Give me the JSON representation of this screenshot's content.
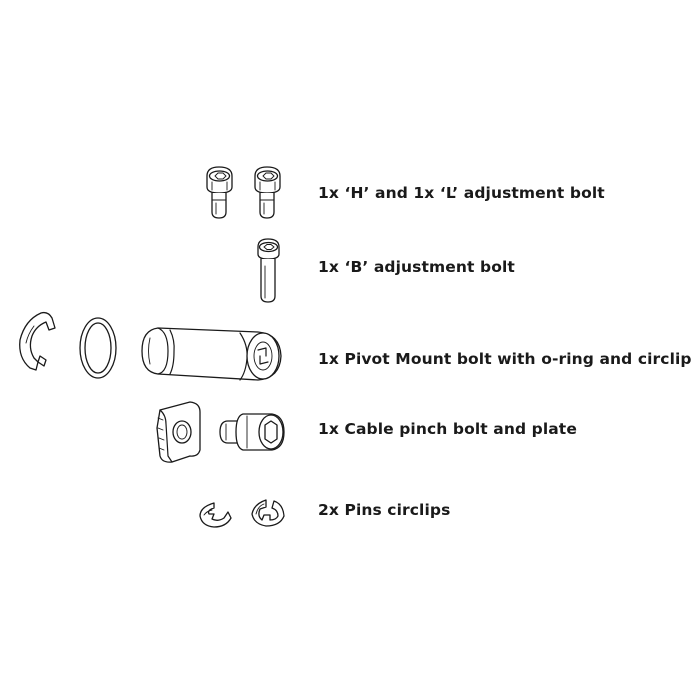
{
  "parts": [
    {
      "label": "1x ‘H’ and 1x ‘L’ adjustment bolt",
      "icon": "adjustment-bolt-pair-icon"
    },
    {
      "label": "1x ‘B’ adjustment bolt",
      "icon": "adjustment-bolt-icon"
    },
    {
      "label": "1x Pivot Mount bolt with o-ring and circlip",
      "icon": "pivot-mount-bolt-icon"
    },
    {
      "label": "1x Cable pinch bolt and plate",
      "icon": "cable-pinch-bolt-icon"
    },
    {
      "label": "2x Pins circlips",
      "icon": "pin-circlip-icon"
    }
  ],
  "colors": {
    "line": "#1a1a1a",
    "background": "#ffffff"
  }
}
